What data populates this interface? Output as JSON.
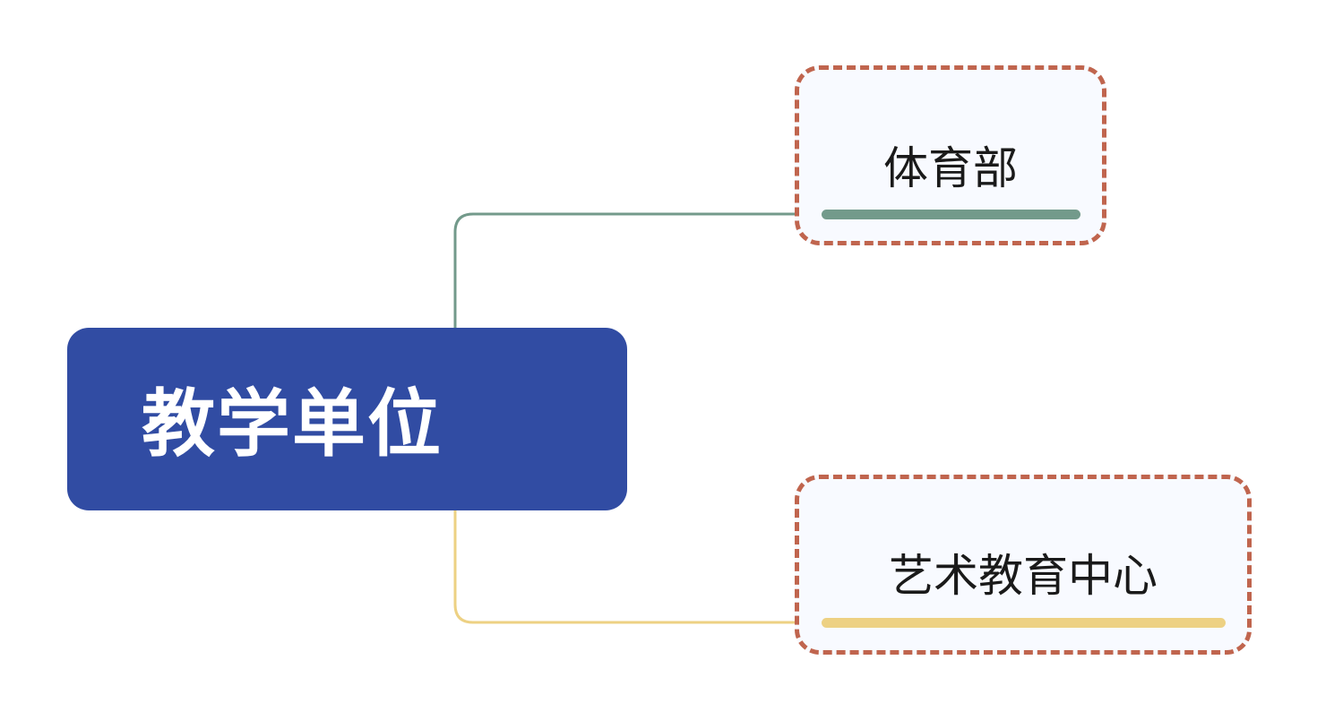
{
  "root": {
    "label": "教学单位",
    "color": "#314ca3"
  },
  "children": [
    {
      "label": "体育部",
      "line_color": "#739a8b"
    },
    {
      "label": "艺术教育中心",
      "line_color": "#edd183"
    }
  ],
  "border_color": "#c0654e"
}
